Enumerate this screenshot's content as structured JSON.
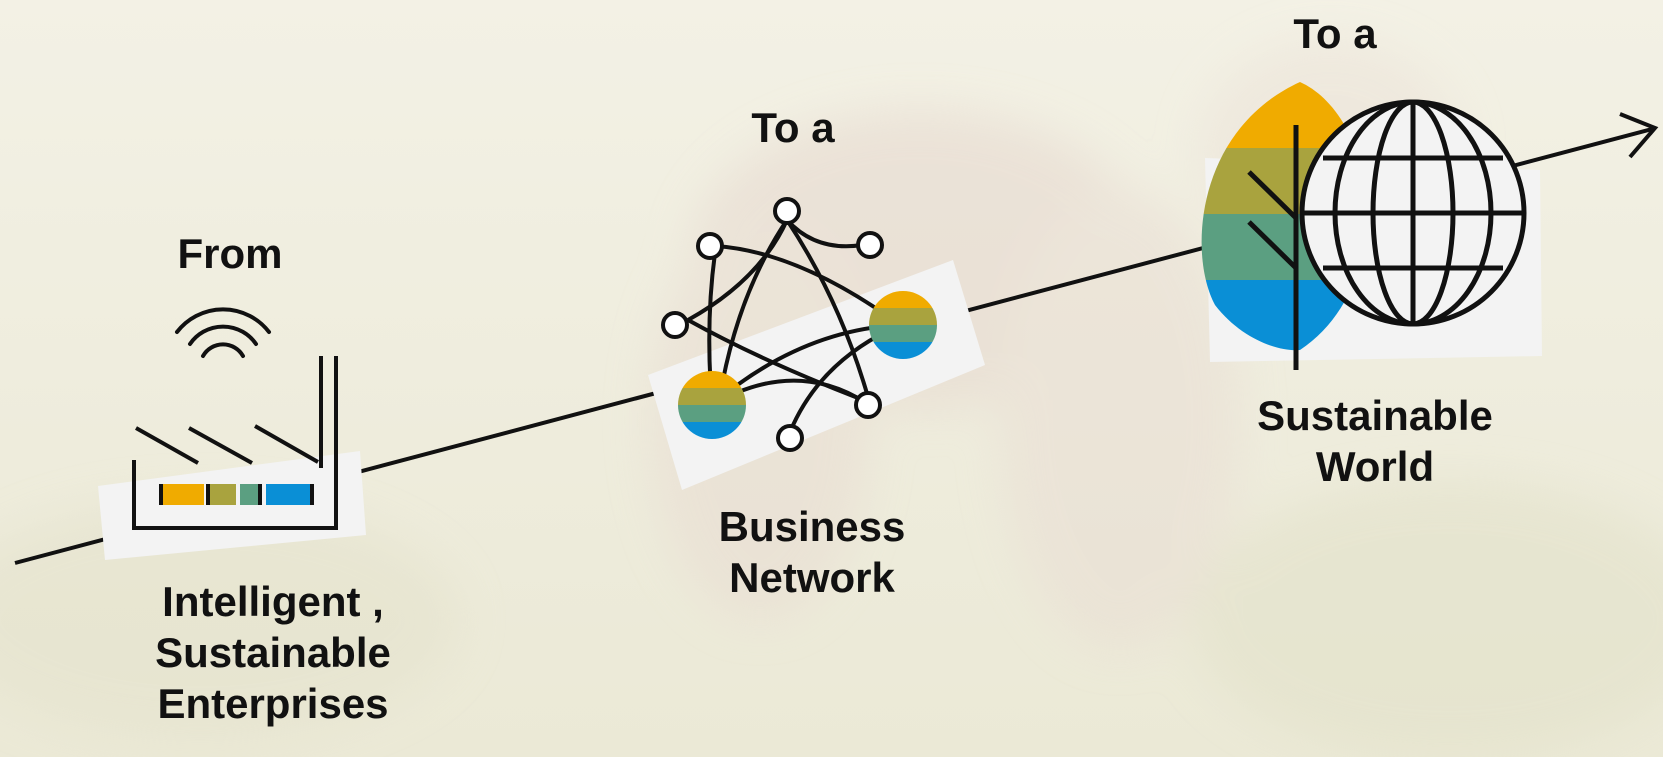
{
  "stages": [
    {
      "prefix": "From",
      "title": "Intelligent ,\nSustainable\nEnterprises",
      "icon": "factory-icon"
    },
    {
      "prefix": "To a",
      "title": "Business\nNetwork",
      "icon": "network-icon"
    },
    {
      "prefix": "To a",
      "title": "Sustainable\nWorld",
      "icon": "leaf-globe-icon"
    }
  ],
  "colors": {
    "gold": "#f0ab00",
    "olive": "#a9a33e",
    "teal": "#5b9f81",
    "blue": "#0a8fd6",
    "line": "#111111"
  }
}
